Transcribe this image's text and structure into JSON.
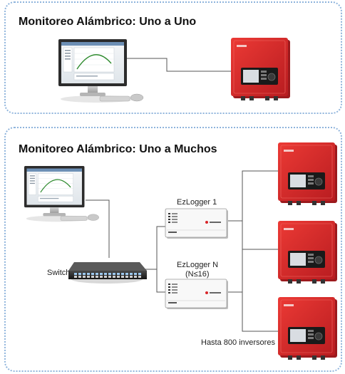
{
  "panel_one_to_one": {
    "title": "Monitoreo Alámbrico: Uno a Uno"
  },
  "panel_one_to_many": {
    "title": "Monitoreo Alámbrico: Uno a Muchos",
    "switch_label": "Switch",
    "logger_1_label": "EzLogger 1",
    "logger_n_label": "EzLogger N",
    "logger_n_sublabel": "(N≤16)",
    "inverter_count_label": "Hasta 800 inversores"
  },
  "colors": {
    "panel_border": "#8fb4dc",
    "inverter_red": "#d8262a",
    "cable": "#555555"
  },
  "icons": [
    "computer-monitor-icon",
    "keyboard-icon",
    "mouse-icon",
    "solar-inverter-icon",
    "network-switch-icon",
    "data-logger-icon"
  ]
}
